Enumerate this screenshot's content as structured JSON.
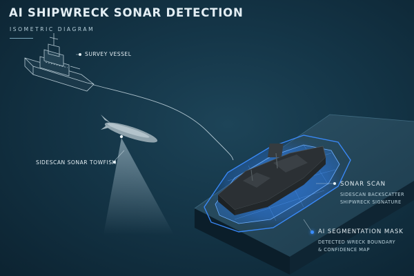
{
  "header": {
    "title": "AI SHIPWRECK SONAR DETECTION",
    "subtitle": "ISOMETRIC DIAGRAM"
  },
  "labels": {
    "survey_vessel": "SURVEY VESSEL",
    "towfish": "SIDESCAN SONAR TOWFISH",
    "sonar_scan": {
      "title": "SONAR SCAN",
      "line1": "SIDESCAN BACKSCATTER",
      "line2": "SHIPWRECK SIGNATURE"
    },
    "segmentation": {
      "title": "AI SEGMENTATION MASK",
      "line1": "DETECTED WRECK BOUNDARY",
      "line2": "& CONFIDENCE MAP"
    }
  },
  "colors": {
    "background": "#143547",
    "mask_blue": "#2f7fe8",
    "line_art": "#c9dbe4",
    "text": "#e4eef3"
  }
}
